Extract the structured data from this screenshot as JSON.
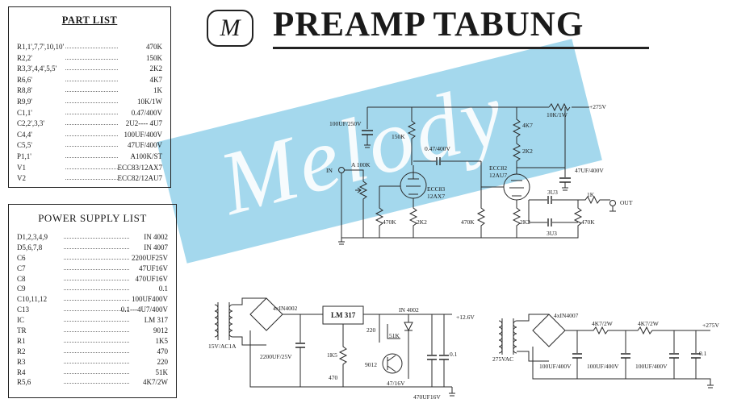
{
  "title": "PREAMP TABUNG",
  "logo_letter": "M",
  "watermark": "Melody",
  "part_list": {
    "heading": "PART LIST",
    "rows": [
      {
        "key": "R1,1',7,7',10,10'",
        "value": "470K"
      },
      {
        "key": "R2,2'",
        "value": "150K"
      },
      {
        "key": "R3,3',4,4',5,5'",
        "value": "2K2"
      },
      {
        "key": "R6,6'",
        "value": "4K7"
      },
      {
        "key": "R8,8'",
        "value": "1K"
      },
      {
        "key": "R9,9'",
        "value": "10K/1W"
      },
      {
        "key": "C1,1'",
        "value": "0.47/400V"
      },
      {
        "key": "C2,2',3,3'",
        "value": "2U2---- 4U7"
      },
      {
        "key": "C4,4'",
        "value": "100UF/400V"
      },
      {
        "key": "C5,5'",
        "value": "47UF/400V"
      },
      {
        "key": "P1,1'",
        "value": "A100K/ST"
      },
      {
        "key": "V1",
        "value": "ECC83/12AX7"
      },
      {
        "key": "V2",
        "value": "ECC82/12AU7"
      }
    ]
  },
  "power_list": {
    "heading": "POWER SUPPLY LIST",
    "rows": [
      {
        "key": "D1,2,3,4,9",
        "value": "IN 4002"
      },
      {
        "key": "D5,6,7,8",
        "value": "IN 4007"
      },
      {
        "key": "C6",
        "value": "2200UF25V"
      },
      {
        "key": "C7",
        "value": "47UF16V"
      },
      {
        "key": "C8",
        "value": "470UF16V"
      },
      {
        "key": "C9",
        "value": "0.1"
      },
      {
        "key": "C10,11,12",
        "value": "100UF400V"
      },
      {
        "key": "C13",
        "value": "0.1---4U7/400V"
      },
      {
        "key": "IC",
        "value": "LM 317"
      },
      {
        "key": "TR",
        "value": "9012"
      },
      {
        "key": "R1",
        "value": "1K5"
      },
      {
        "key": "R2",
        "value": "470"
      },
      {
        "key": "R3",
        "value": "220"
      },
      {
        "key": "R4",
        "value": "51K"
      },
      {
        "key": "R5,6",
        "value": "4K7/2W"
      }
    ]
  },
  "preamp_labels": {
    "supply": "+275V",
    "r9": "10K/1W",
    "c4": "100UF/250V",
    "r2": "150K",
    "c1": "0.47/400V",
    "r6": "4K7",
    "r_2k2_top": "2K2",
    "v2a": "ECC82",
    "v2b": "12AU7",
    "c5": "47UF/400V",
    "in": "IN",
    "p1": "A 100K",
    "v1a": "ECC83",
    "v1b": "12AX7",
    "c3": "3U3",
    "r8": "1K",
    "out": "OUT",
    "r1": "470K",
    "r3": "2K2",
    "r7": "470K",
    "r4": "2K2",
    "c2": "3U3",
    "r10": "470K"
  },
  "psu_lv_labels": {
    "bridge": "4xIN4002",
    "ic": "LM 317",
    "d9": "IN 4002",
    "out": "+12.6V",
    "xfmr": "15V/AC1A",
    "r3": "220",
    "r4": "51K",
    "c6": "2200UF/25V",
    "r1": "1K5",
    "tr": "9012",
    "c9": "0.1",
    "r2": "470",
    "c7": "47/16V",
    "c8": "470UF16V"
  },
  "psu_hv_labels": {
    "bridge": "4xIN4007",
    "r5": "4K7/2W",
    "r6": "4K7/2W",
    "out": "+275V",
    "xfmr": "275VAC",
    "c13": "0.1",
    "c10": "100UF/400V",
    "c11": "100UF/400V",
    "c12": "100UF/400V"
  }
}
